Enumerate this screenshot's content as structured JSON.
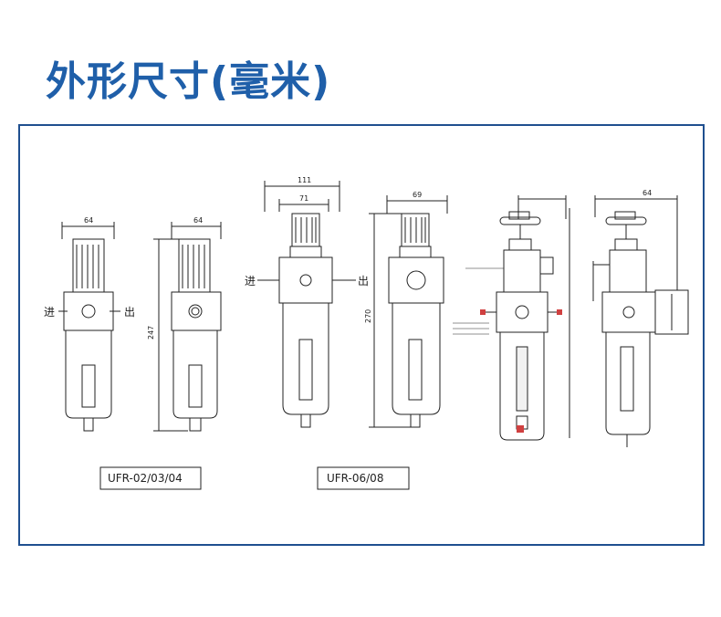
{
  "title": "外形尺寸(毫米)",
  "models": [
    "UFR-02/03/04",
    "UFR-06/08"
  ],
  "dims": {
    "w64": "64",
    "h247": "247",
    "w111": "111",
    "w71": "71",
    "h270": "270",
    "w69": "69",
    "w64b": "64"
  },
  "inlet": "进",
  "outlet": "出"
}
